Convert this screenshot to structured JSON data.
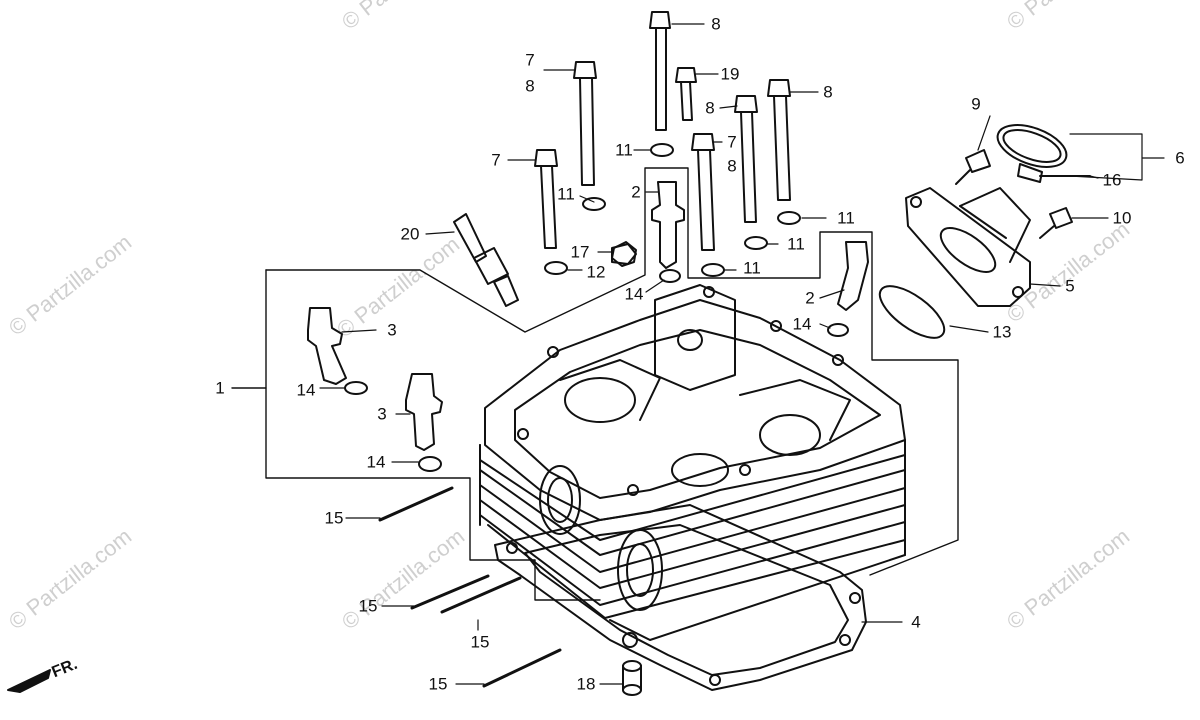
{
  "watermark": "© Partzilla.com",
  "front_marker": "FR.",
  "callouts": [
    {
      "id": "c8a",
      "text": "8"
    },
    {
      "id": "c7a",
      "text": "7"
    },
    {
      "id": "c8b",
      "text": "8"
    },
    {
      "id": "c19",
      "text": "19"
    },
    {
      "id": "c8c",
      "text": "8"
    },
    {
      "id": "c8d",
      "text": "8"
    },
    {
      "id": "c7b",
      "text": "7"
    },
    {
      "id": "c11a",
      "text": "11"
    },
    {
      "id": "c7c",
      "text": "7"
    },
    {
      "id": "c8e",
      "text": "8"
    },
    {
      "id": "c9",
      "text": "9"
    },
    {
      "id": "c6",
      "text": "6"
    },
    {
      "id": "c16",
      "text": "16"
    },
    {
      "id": "c2a",
      "text": "2"
    },
    {
      "id": "c11b",
      "text": "11"
    },
    {
      "id": "c11c",
      "text": "11"
    },
    {
      "id": "c10",
      "text": "10"
    },
    {
      "id": "c20",
      "text": "20"
    },
    {
      "id": "c17",
      "text": "17"
    },
    {
      "id": "c11d",
      "text": "11"
    },
    {
      "id": "c12",
      "text": "12"
    },
    {
      "id": "c11e",
      "text": "11"
    },
    {
      "id": "c14a",
      "text": "14"
    },
    {
      "id": "c2b",
      "text": "2"
    },
    {
      "id": "c5",
      "text": "5"
    },
    {
      "id": "c3a",
      "text": "3"
    },
    {
      "id": "c14b",
      "text": "14"
    },
    {
      "id": "c13",
      "text": "13"
    },
    {
      "id": "c1",
      "text": "1"
    },
    {
      "id": "c14c",
      "text": "14"
    },
    {
      "id": "c3b",
      "text": "3"
    },
    {
      "id": "c14d",
      "text": "14"
    },
    {
      "id": "c15a",
      "text": "15"
    },
    {
      "id": "c15b",
      "text": "15"
    },
    {
      "id": "c4",
      "text": "4"
    },
    {
      "id": "c15c",
      "text": "15"
    },
    {
      "id": "c15d",
      "text": "15"
    },
    {
      "id": "c18",
      "text": "18"
    }
  ]
}
